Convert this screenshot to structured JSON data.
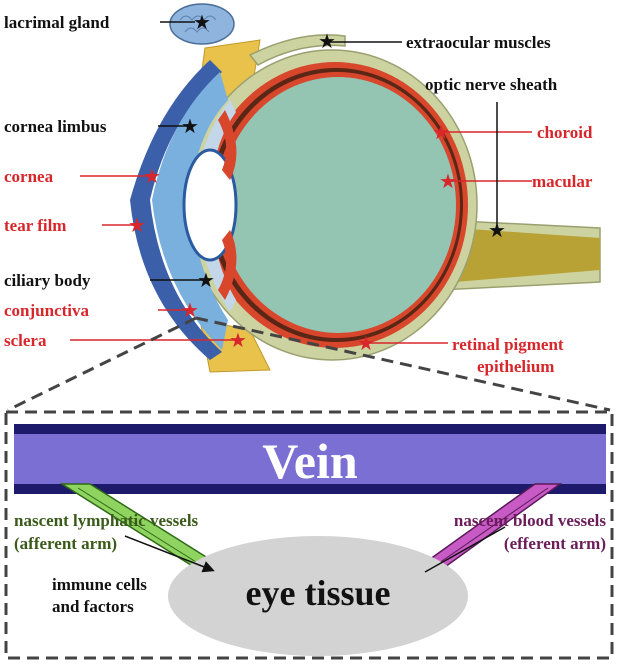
{
  "labels": {
    "lacrimal_gland": "lacrimal gland",
    "extraocular_muscles": "extraocular muscles",
    "optic_nerve_sheath": "optic nerve sheath",
    "cornea_limbus": "cornea limbus",
    "choroid": "choroid",
    "cornea": "cornea",
    "macular": "macular",
    "tear_film": "tear film",
    "ciliary_body": "ciliary body",
    "conjunctiva": "conjunctiva",
    "sclera": "sclera",
    "retinal_pigment_line1": "retinal pigment",
    "retinal_pigment_line2": "epithelium"
  },
  "vessel_diagram": {
    "vein": "Vein",
    "lymphatic_line1": "nascent lymphatic vessels",
    "lymphatic_line2": "(afferent arm)",
    "blood_line1": "nascent blood vessels",
    "blood_line2": "(efferent arm)",
    "immune_line1": "immune cells",
    "immune_line2": "and factors",
    "tissue": "eye tissue"
  },
  "colors": {
    "black_label": "#111111",
    "red_label": "#d8262b",
    "lymphatic_text": "#3a5a1a",
    "blood_text": "#6a1d5a",
    "vein_fill": "#7b6fd3",
    "vein_border": "#1e1a6b",
    "lymphatic_vessel": "#8fd461",
    "blood_vessel": "#c85ac6",
    "eye_tissue": "#d3d3d3"
  }
}
